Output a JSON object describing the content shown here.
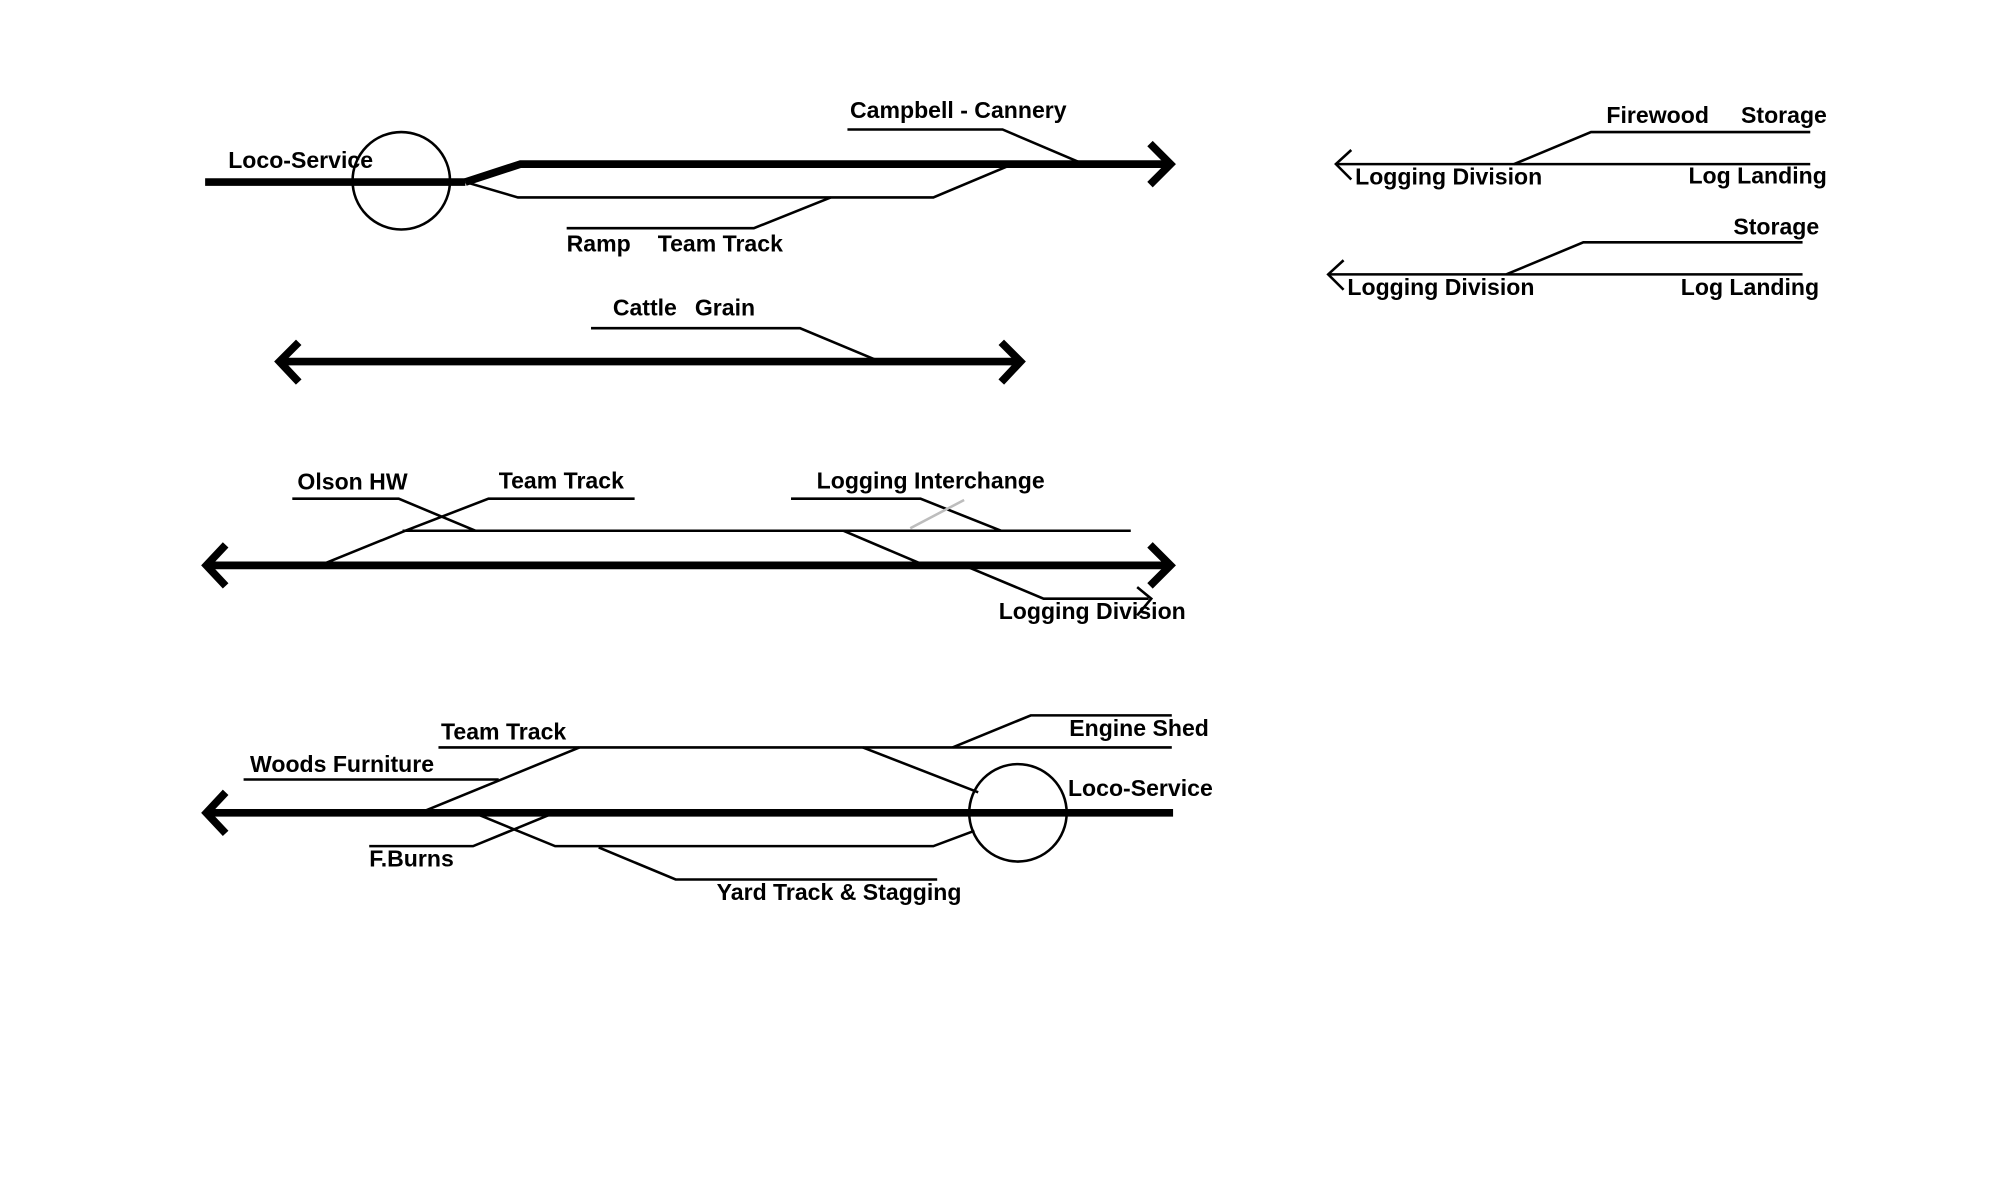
{
  "diagram": {
    "sections": [
      {
        "id": "section-1",
        "labels": {
          "loco_service": "Loco-Service",
          "campbell_cannery": "Campbell - Cannery",
          "ramp": "Ramp",
          "team_track": "Team Track"
        }
      },
      {
        "id": "section-2",
        "labels": {
          "cattle": "Cattle",
          "grain": "Grain"
        }
      },
      {
        "id": "section-3",
        "labels": {
          "olson_hw": "Olson HW",
          "team_track": "Team Track",
          "logging_interchange": "Logging Interchange",
          "logging_division": "Logging Division"
        }
      },
      {
        "id": "section-4",
        "labels": {
          "team_track": "Team Track",
          "engine_shed": "Engine Shed",
          "woods_furniture": "Woods Furniture",
          "loco_service": "Loco-Service",
          "f_burns": "F.Burns",
          "yard_track_staging": "Yard Track & Stagging"
        }
      },
      {
        "id": "section-5",
        "labels": {
          "firewood": "Firewood",
          "storage": "Storage",
          "logging_division": "Logging Division",
          "log_landing": "Log Landing"
        }
      },
      {
        "id": "section-6",
        "labels": {
          "storage": "Storage",
          "logging_division": "Logging Division",
          "log_landing": "Log Landing"
        }
      }
    ]
  }
}
